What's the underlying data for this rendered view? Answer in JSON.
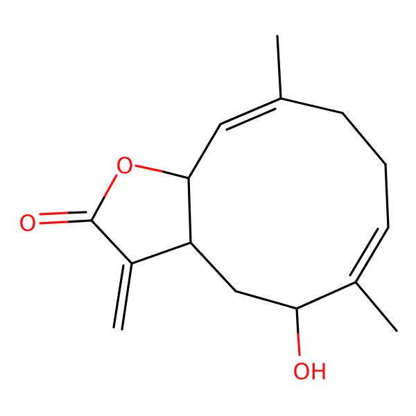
{
  "molecule": {
    "atoms": [
      {
        "id": "O1",
        "label": "O",
        "color": "#ff0d0d"
      },
      {
        "id": "O2",
        "label": "O",
        "color": "#ff0d0d"
      },
      {
        "id": "O3",
        "label": "OH",
        "color": "#ff0d0d"
      }
    ],
    "bond_color": "#000000",
    "hetero_color": "#ff0d0d"
  }
}
